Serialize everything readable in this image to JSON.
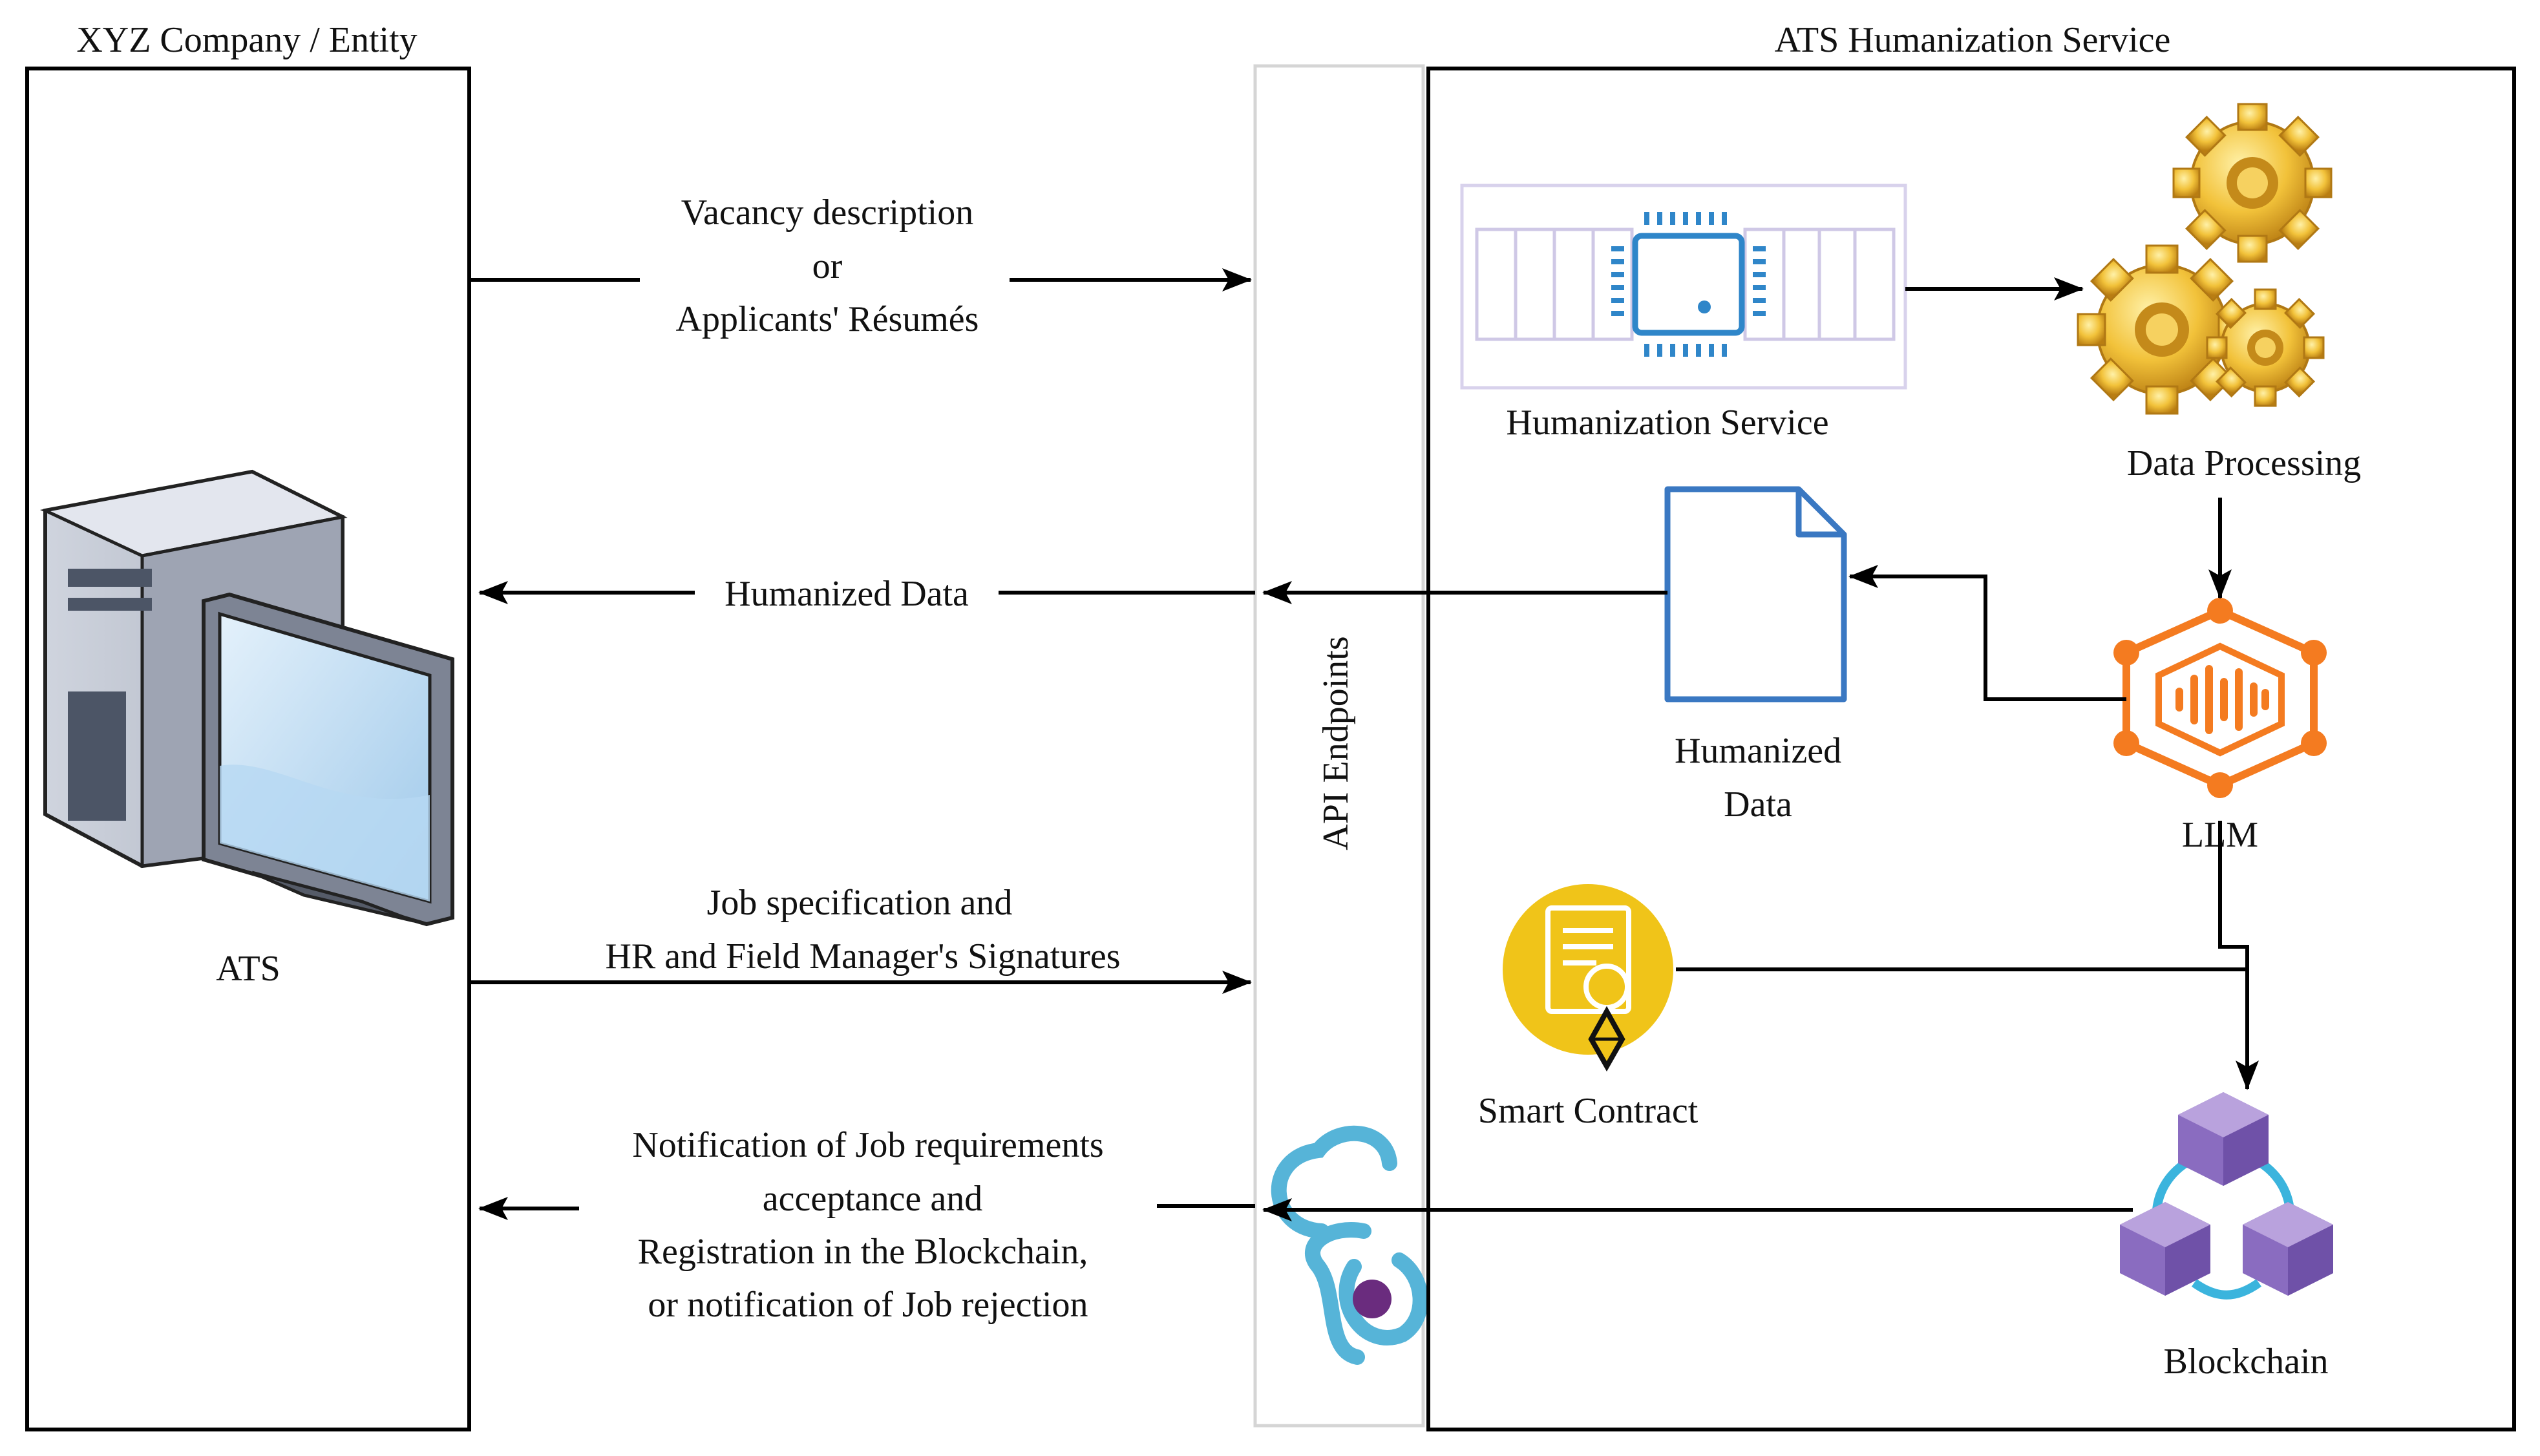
{
  "left_panel": {
    "title": "XYZ Company / Entity",
    "system_label": "ATS"
  },
  "api": {
    "label": "API Endpoints"
  },
  "right_panel": {
    "title": "ATS Humanization Service",
    "nodes": {
      "humanization_service": "Humanization Service",
      "data_processing": "Data Processing",
      "humanized_data_line1": "Humanized",
      "humanized_data_line2": "Data",
      "llm": "LLM",
      "smart_contract": "Smart Contract",
      "blockchain": "Blockchain"
    }
  },
  "flows": {
    "request_line1": "Vacancy description",
    "request_line2": "or",
    "request_line3": "Applicants' Résumés",
    "humanized_return": "Humanized Data",
    "job_spec_line1": "Job specification and",
    "job_spec_line2": "HR and Field Manager's Signatures",
    "notification_line1": "Notification of Job requirements",
    "notification_line2": "acceptance and",
    "notification_line3": "Registration in the Blockchain,",
    "notification_line4": "or notification of Job rejection"
  },
  "colors": {
    "llm_orange": "#f47b20",
    "doc_blue": "#3a78c2",
    "chip_blue": "#2f86c9",
    "seal_yellow": "#f0c419",
    "block_purple": "#9b7fc6",
    "link_cyan": "#3bb4dd",
    "gear_gold": "#e8b22c"
  }
}
